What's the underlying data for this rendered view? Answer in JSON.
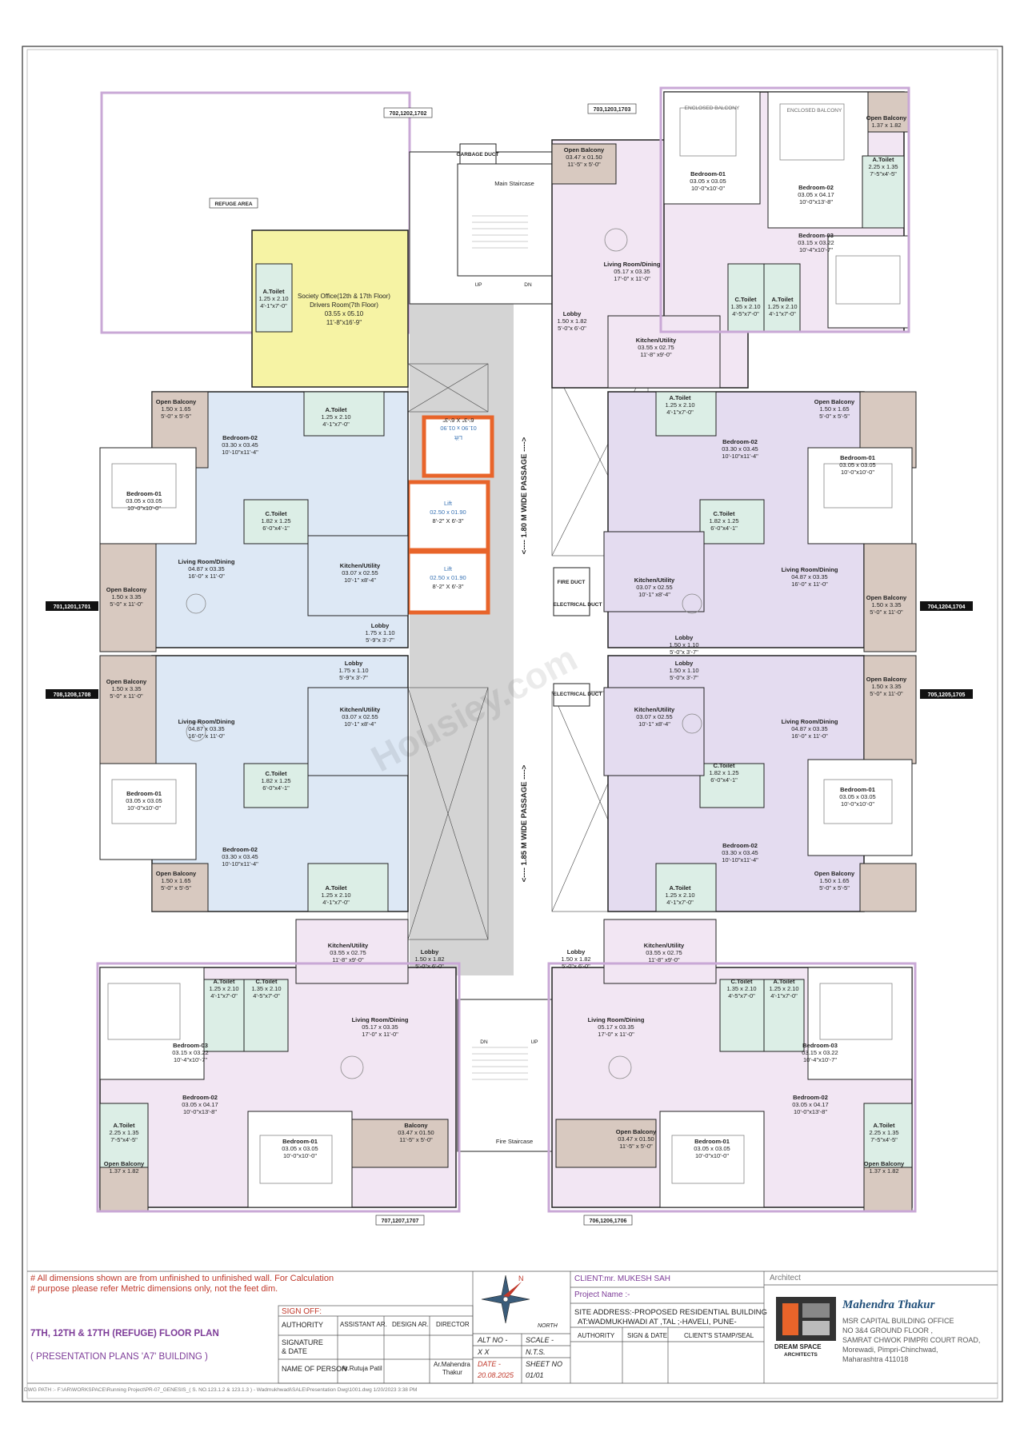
{
  "plan": {
    "unit_tags": {
      "top_left": "702,1202,1702",
      "top_right": "703,1203,1703",
      "mid_left_upper": "701,1201,1701",
      "mid_right_upper": "704,1204,1704",
      "mid_left_lower": "708,1208,1708",
      "mid_right_lower": "705,1205,1705",
      "bottom_left": "707,1207,1707",
      "bottom_right": "706,1206,1706"
    },
    "common": {
      "refuge_area": "REFUGE AREA",
      "garbage_duct": "GARBAGE DUCT",
      "main_staircase": "Main Staircase",
      "fire_staircase": "Fire Staircase",
      "up": "UP",
      "dn": "DN",
      "fire_duct": "FIRE DUCT",
      "electrical_duct": "ELECTRICAL DUCT",
      "passage_top": "<---- 1.80 M  WIDE PASSAGE ---->",
      "passage_bottom": "<---- 1.85 M  WIDE PASSAGE ---->",
      "society_office_1": "Society Office(12th & 17th Floor)",
      "society_office_2": "Drivers Room(7th Floor)",
      "society_office_3": "03.55 x 05.10",
      "society_office_4": "11'-8\"x16'-9\"",
      "enclosed_balcony": "ENCLOSED BALCONY",
      "watermark": "Housiey.com"
    },
    "lifts": [
      {
        "name": "Lift",
        "size": "01.90 x 01.90",
        "ft": "6'-3\" X 6'-3\""
      },
      {
        "name": "Lift",
        "size": "02.50 x 01.90",
        "ft": "8'-2\" X 6'-3\""
      },
      {
        "name": "Lift",
        "size": "02.50 x 01.90",
        "ft": "8'-2\" X 6'-3\""
      }
    ],
    "rooms": [
      {
        "n": "A.Toilet",
        "d": "1.25 x 2.10",
        "f": "4'-1\"x7'-0\""
      },
      {
        "n": "Open Balcony",
        "d": "03.47 x 01.50",
        "f": "11'-5\" x 5'-0\""
      },
      {
        "n": "Bedroom-01",
        "d": "03.05 x 03.05",
        "f": "10'-0\"x10'-0\""
      },
      {
        "n": "Bedroom-02",
        "d": "03.05 x 04.17",
        "f": "10'-0\"x13'-8\""
      },
      {
        "n": "Open Balcony",
        "d": "1.37 x 1.82",
        "f": ""
      },
      {
        "n": "A.Toilet",
        "d": "2.25 x 1.35",
        "f": "7'-5\"x4'-5\""
      },
      {
        "n": "Bedroom-03",
        "d": "03.15 x 03.22",
        "f": "10'-4\"x10'-7\""
      },
      {
        "n": "Living Room/Dining",
        "d": "05.17 x 03.35",
        "f": "17'-0\" x 11'-0\""
      },
      {
        "n": "C.Toilet",
        "d": "1.35 x 2.10",
        "f": "4'-5\"x7'-0\""
      },
      {
        "n": "A.Toilet",
        "d": "1.25 x 2.10",
        "f": "4'-1\"x7'-0\""
      },
      {
        "n": "Lobby",
        "d": "1.50 x 1.82",
        "f": "5'-0\"x 6'-0\""
      },
      {
        "n": "Kitchen/Utility",
        "d": "03.55 x 02.75",
        "f": "11'-8\" x9'-0\""
      },
      {
        "n": "Open Balcony",
        "d": "1.50 x 1.65",
        "f": "5'-0\" x 5'-5\""
      },
      {
        "n": "A.Toilet",
        "d": "1.25 x 2.10",
        "f": "4'-1\"x7'-0\""
      },
      {
        "n": "Bedroom-02",
        "d": "03.30 x 03.45",
        "f": "10'-10\"x11'-4\""
      },
      {
        "n": "Bedroom-01",
        "d": "03.05 x 03.05",
        "f": "10'-0\"x10'-0\""
      },
      {
        "n": "C.Toilet",
        "d": "1.82 x 1.25",
        "f": "6'-0\"x4'-1\""
      },
      {
        "n": "Living Room/Dining",
        "d": "04.87 x 03.35",
        "f": "16'-0\" x 11'-0\""
      },
      {
        "n": "Kitchen/Utility",
        "d": "03.07 x 02.55",
        "f": "10'-1\" x8'-4\""
      },
      {
        "n": "Open Balcony",
        "d": "1.50 x 3.35",
        "f": "5'-0\" x 11'-0\""
      },
      {
        "n": "Lobby",
        "d": "1.75 x 1.10",
        "f": "5'-9\"x 3'-7\""
      },
      {
        "n": "Lobby",
        "d": "1.50 x 1.10",
        "f": "5'-0\"x 3'-7\""
      },
      {
        "n": "Balcony",
        "d": "03.47 x 01.50",
        "f": "11'-5\" x 5'-0\""
      }
    ]
  },
  "notes": {
    "line1": "# All dimensions shown are from unfinished to unfinished wall. For Calculation",
    "line2": "# purpose please refer Metric dimensions only, not the feet dim."
  },
  "titles": {
    "plan": "7TH, 12TH & 17TH (REFUGE) FLOOR PLAN",
    "sub": "( PRESENTATION PLANS 'A7' BUILDING )"
  },
  "signoff": {
    "heading": "SIGN OFF:",
    "authority": "AUTHORITY",
    "assistant": "ASSISTANT AR.",
    "design": "DESIGN AR.",
    "director": "DIRECTOR",
    "signature": "SIGNATURE",
    "and_date": "& DATE",
    "name_of_person": "NAME OF PERSON",
    "person_assistant": "Ar.Rutuja Patil",
    "person_director_1": "Ar.Mahendra",
    "person_director_2": "Thakur"
  },
  "meta": {
    "north": "NORTH",
    "n_letter": "N",
    "alt_no": "ALT NO -",
    "alt_val": "X X",
    "scale": "SCALE -",
    "scale_val": "N.T.S.",
    "date": "DATE -",
    "date_val": "20.08.2025",
    "sheet": "SHEET NO",
    "sheet_val": "01/01"
  },
  "client": {
    "client": "CLIENT:mr.  MUKESH SAH",
    "project": "Project Name :-",
    "site_1": "SITE ADDRESS:-PROPOSED RESIDENTIAL BUILDING",
    "site_2": "AT:WADMUKHWADI  AT ,TAL ;-HAVELI, PUNE-",
    "authority": "AUTHORITY",
    "sign_date": "SIGN & DATE",
    "stamp": "CLIENT'S STAMP/SEAL"
  },
  "architect": {
    "label": "Architect",
    "name": "Mahendra Thakur",
    "addr1": "MSR CAPITAL BUILDING OFFICE",
    "addr2": "NO 3&4 GROUND FLOOR ,",
    "addr3": "SAMRAT CHWOK PIMPRI COURT ROAD,",
    "addr4": "Morewadi, Pimpri-Chinchwad,",
    "addr5": "Maharashtra 411018",
    "logo_1": "DREAM SPACE",
    "logo_2": "ARCHITECTS"
  },
  "dwg_path": "DWG PATH :-   F:\\AR\\WORKSPACE\\Running Project\\PR-07_GENESIS_( S. NO.123.1.2 & 123.1.3 ) - Wadmukhwadi\\SALE\\Presentation Dwg\\1001.dwg   1/20/2023 3:38 PM",
  "colors": {
    "pink": "#f2e6f3",
    "blue": "#dde8f5",
    "lavender": "#e4dcf0",
    "balcony": "#d8c9c0",
    "toilet": "#dceee6",
    "yellow": "#f6f3a4",
    "passage": "#cfcfcf",
    "lift": "#e8642a",
    "wall": "#222222"
  }
}
